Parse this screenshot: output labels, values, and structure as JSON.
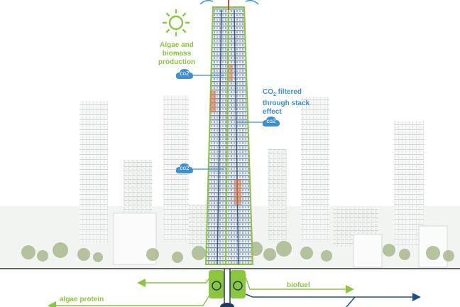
{
  "labels": {
    "algae_line1": "Algae and",
    "algae_line2": "biomass",
    "algae_line3": "production",
    "co2_line1_main": "CO",
    "co2_line1_sub": "2",
    "co2_line1_rest": " filtered",
    "co2_line2": "through stack",
    "co2_line3": "effect",
    "biofuel": "biofuel",
    "algae_protein": "algae protein"
  },
  "co2_badges": [
    "co2",
    "co2",
    "co2"
  ],
  "colors": {
    "algae_green": "#8cc63f",
    "co2_blue": "#3d8fd1",
    "exhaust_red": "#e0452b",
    "ground_dark": "#1f3a5a"
  },
  "icons": [
    "sun-icon",
    "co2-cloud-icon",
    "pump-icon",
    "arrow-icon"
  ]
}
